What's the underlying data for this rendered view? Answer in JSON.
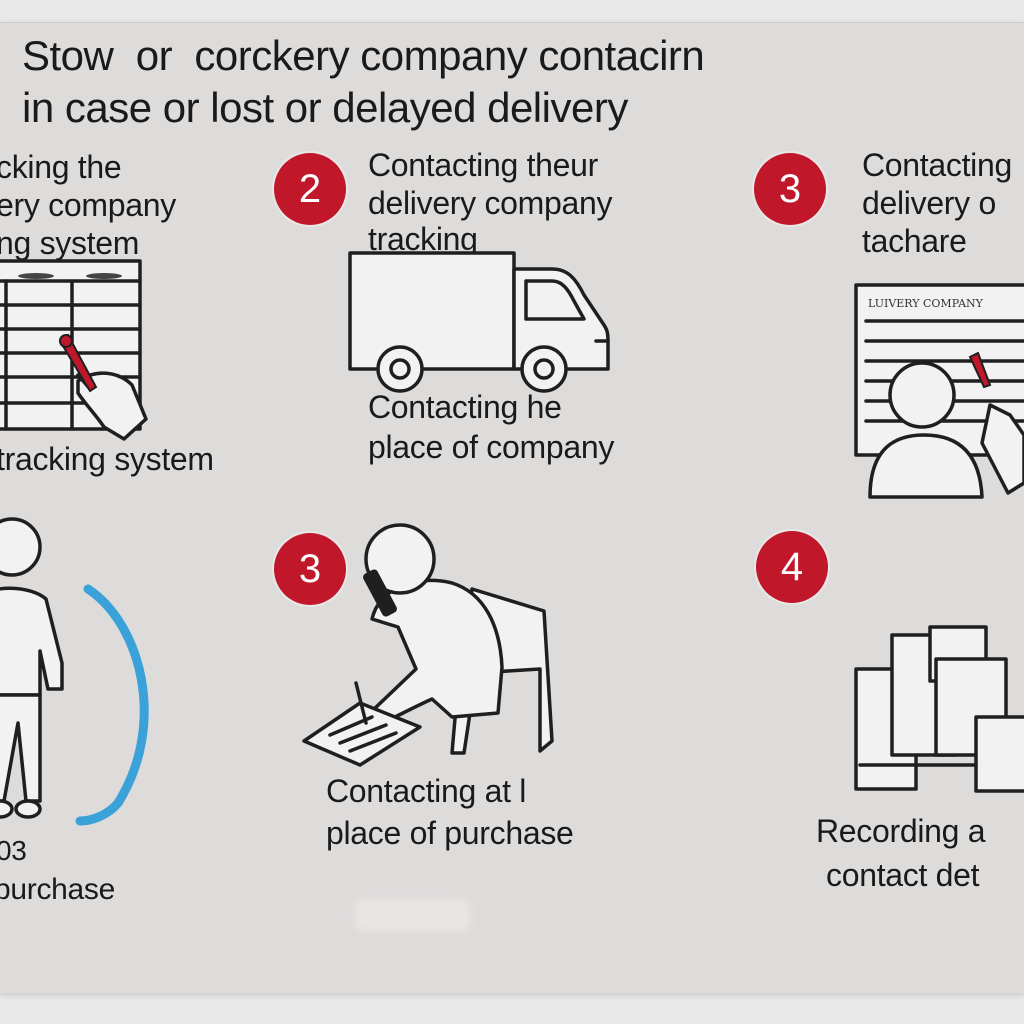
{
  "title": {
    "line1": "Stow  or  corckery company contacirn",
    "line2": "in case or lost or delayed delivery"
  },
  "panels": {
    "p1": {
      "text1": "cking the",
      "text2": "ery company",
      "text3": "ng system",
      "caption": "tracking system"
    },
    "p2": {
      "badge": "2",
      "text1": "Contacting theur",
      "text2": "delivery company",
      "text3": "tracking",
      "caption1": "Contacting he",
      "caption2": "place of company"
    },
    "p3": {
      "badge": "3",
      "text1": "Contacting",
      "text2": "delivery o",
      "text3": "tachare",
      "doc_heading": "LUIVERY COMPANY"
    },
    "p4": {
      "caption1": "03",
      "caption2": "purchase"
    },
    "p5": {
      "badge": "3",
      "caption1": "Contacting at l",
      "caption2": "place of purchase"
    },
    "p6": {
      "badge": "4",
      "caption1": "Recording a",
      "caption2": "contact det"
    }
  },
  "icons": {
    "table": "spreadsheet-icon",
    "hand": "pointing-hand-icon",
    "truck": "delivery-truck-icon",
    "document": "document-icon",
    "person": "person-icon",
    "phone": "phone-call-icon",
    "boxes": "parcel-boxes-icon"
  },
  "colors": {
    "badge": "#c0172a",
    "arc": "#3aa1d9",
    "background": "#dedcda"
  }
}
